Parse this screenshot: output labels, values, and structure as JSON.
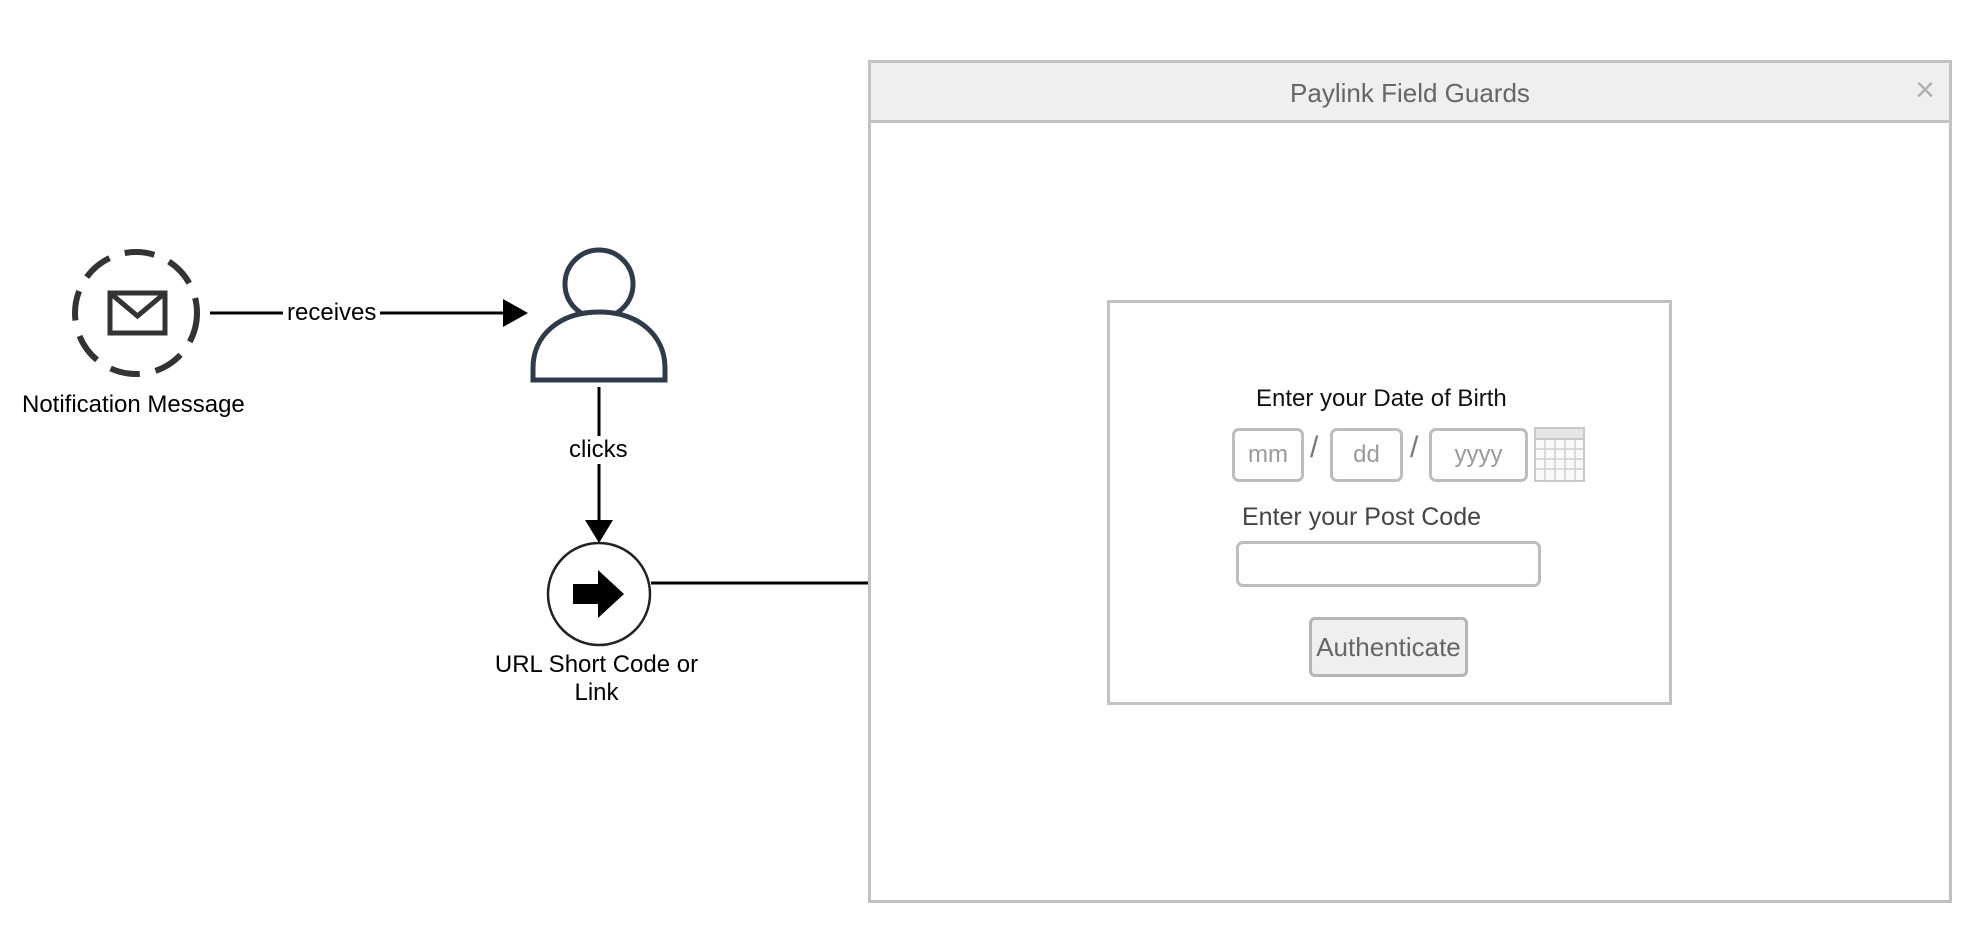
{
  "flow": {
    "notification_label": "Notification Message",
    "receives_label": "receives",
    "clicks_label": "clicks",
    "link_label_line1": "URL Short Code or",
    "link_label_line2": "Link"
  },
  "window": {
    "title": "Paylink Field Guards",
    "close_glyph": "×"
  },
  "form": {
    "dob_label": "Enter your Date of Birth",
    "dob_month_placeholder": "mm",
    "dob_day_placeholder": "dd",
    "dob_year_placeholder": "yyyy",
    "dob_separator": "/",
    "postcode_label": "Enter your Post Code",
    "postcode_value": "",
    "authenticate_label": "Authenticate"
  },
  "icons": {
    "message": "envelope-icon",
    "user": "user-icon",
    "link": "arrow-right-icon",
    "calendar": "calendar-icon",
    "close": "close-icon"
  },
  "colors": {
    "window_border": "#c2c2c2",
    "titlebar_bg": "#efefef",
    "connector": "#000000"
  }
}
